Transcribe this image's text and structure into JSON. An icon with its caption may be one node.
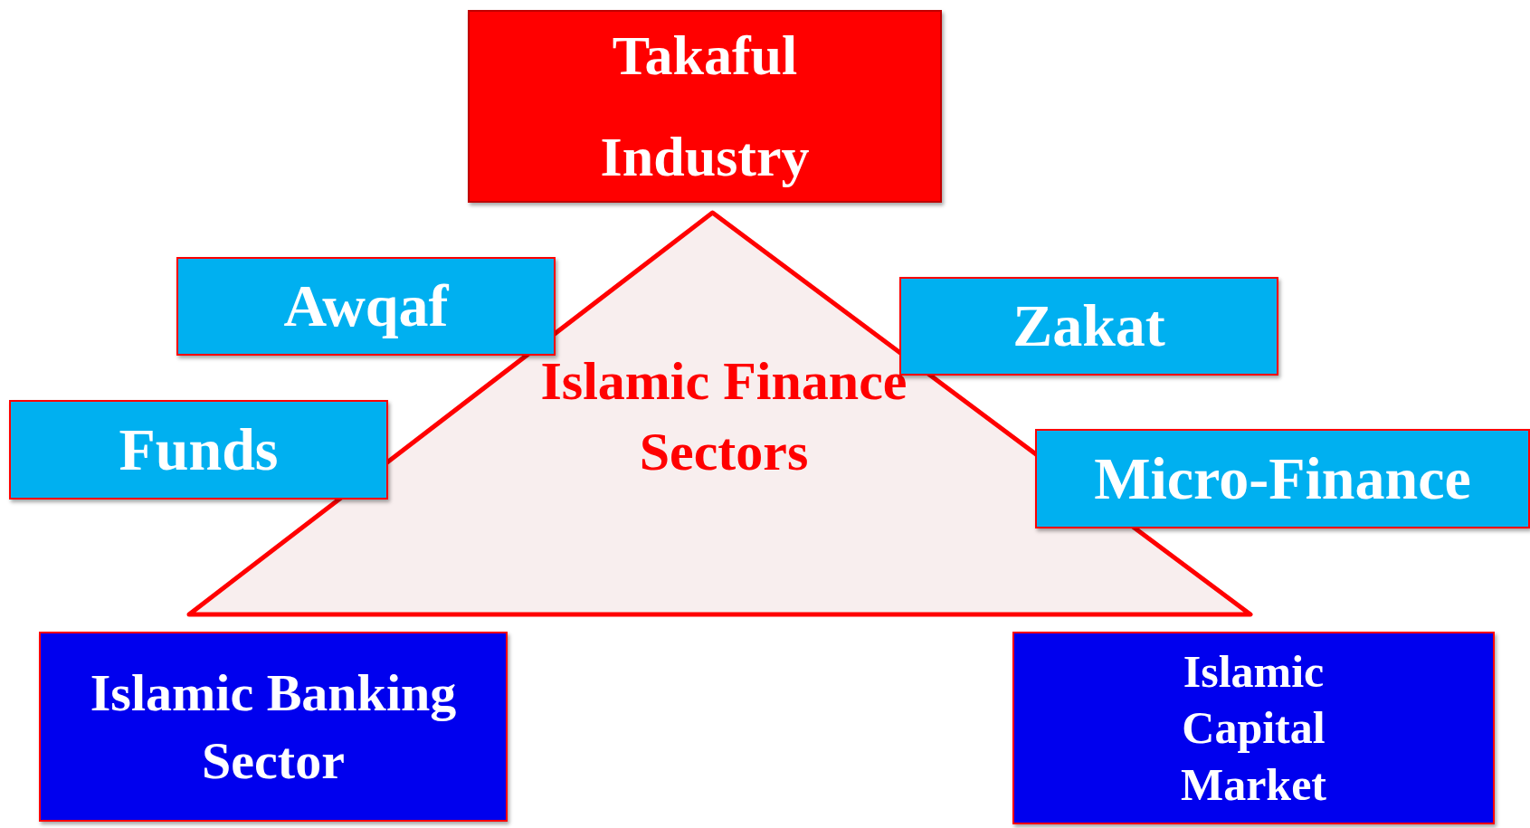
{
  "diagram": {
    "nodes": [
      {
        "text": [
          "Takaful Industry"
        ]
      },
      {
        "text": [
          "Awqaf"
        ]
      },
      {
        "text": [
          "Zakat"
        ]
      },
      {
        "text": [
          "Islamic Finance Sectors"
        ]
      },
      {
        "text": [
          "Funds"
        ]
      },
      {
        "text": [
          "Micro-Finance"
        ]
      },
      {
        "text": [
          "Islamic Banking Sector"
        ]
      },
      {
        "text": [
          "Islamic Capital Market"
        ]
      }
    ],
    "edges": []
  }
}
